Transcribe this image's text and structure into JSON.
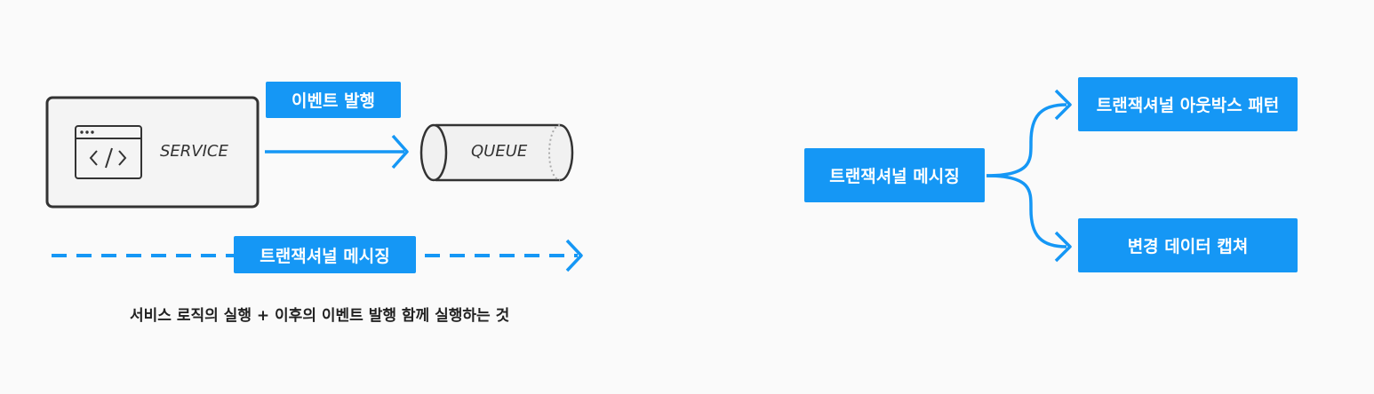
{
  "left": {
    "service_label": "SERVICE",
    "queue_label": "QUEUE",
    "publish_label": "이벤트 발행",
    "messaging_label": "트랜잭셔널 메시징",
    "caption": "서비스 로직의 실행 + 이후의 이벤트 발행 함께 실행하는 것"
  },
  "right": {
    "root_label": "트랜잭셔널 메시징",
    "branch_top": "트랜잭셔널 아웃박스 패턴",
    "branch_bottom": "변경 데이터 캡쳐"
  },
  "colors": {
    "accent": "#1597f5",
    "outline": "#333333",
    "background": "#fafafa"
  }
}
